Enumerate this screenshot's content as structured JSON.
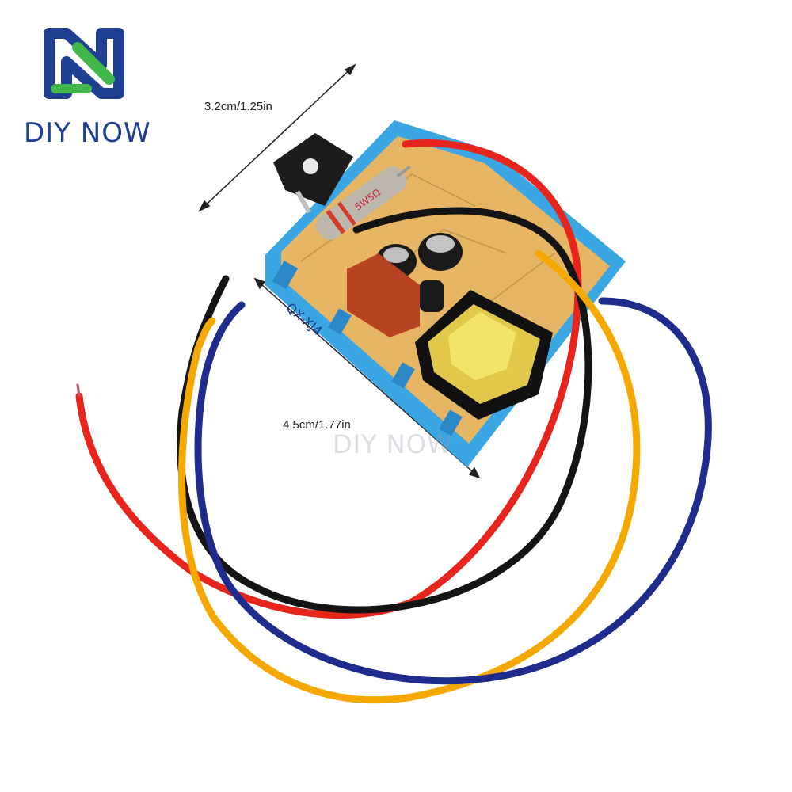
{
  "brand": {
    "name": "DIY NOW",
    "logo_icon": "diy-now-logo-icon",
    "colors": {
      "blue": "#1f3f93",
      "green": "#41b649"
    }
  },
  "watermark": {
    "text": "DIY NOW"
  },
  "dimensions": {
    "width_label": "3.2cm/1.25in",
    "length_label": "4.5cm/1.77in"
  },
  "product": {
    "board_label": "QX-XJ4",
    "resistor_code": "5W5Ω",
    "wires": [
      {
        "color_name": "red",
        "hex": "#e8251c"
      },
      {
        "color_name": "black",
        "hex": "#141414"
      },
      {
        "color_name": "yellow",
        "hex": "#f5a800"
      },
      {
        "color_name": "blue",
        "hex": "#1e2d8c"
      }
    ]
  }
}
